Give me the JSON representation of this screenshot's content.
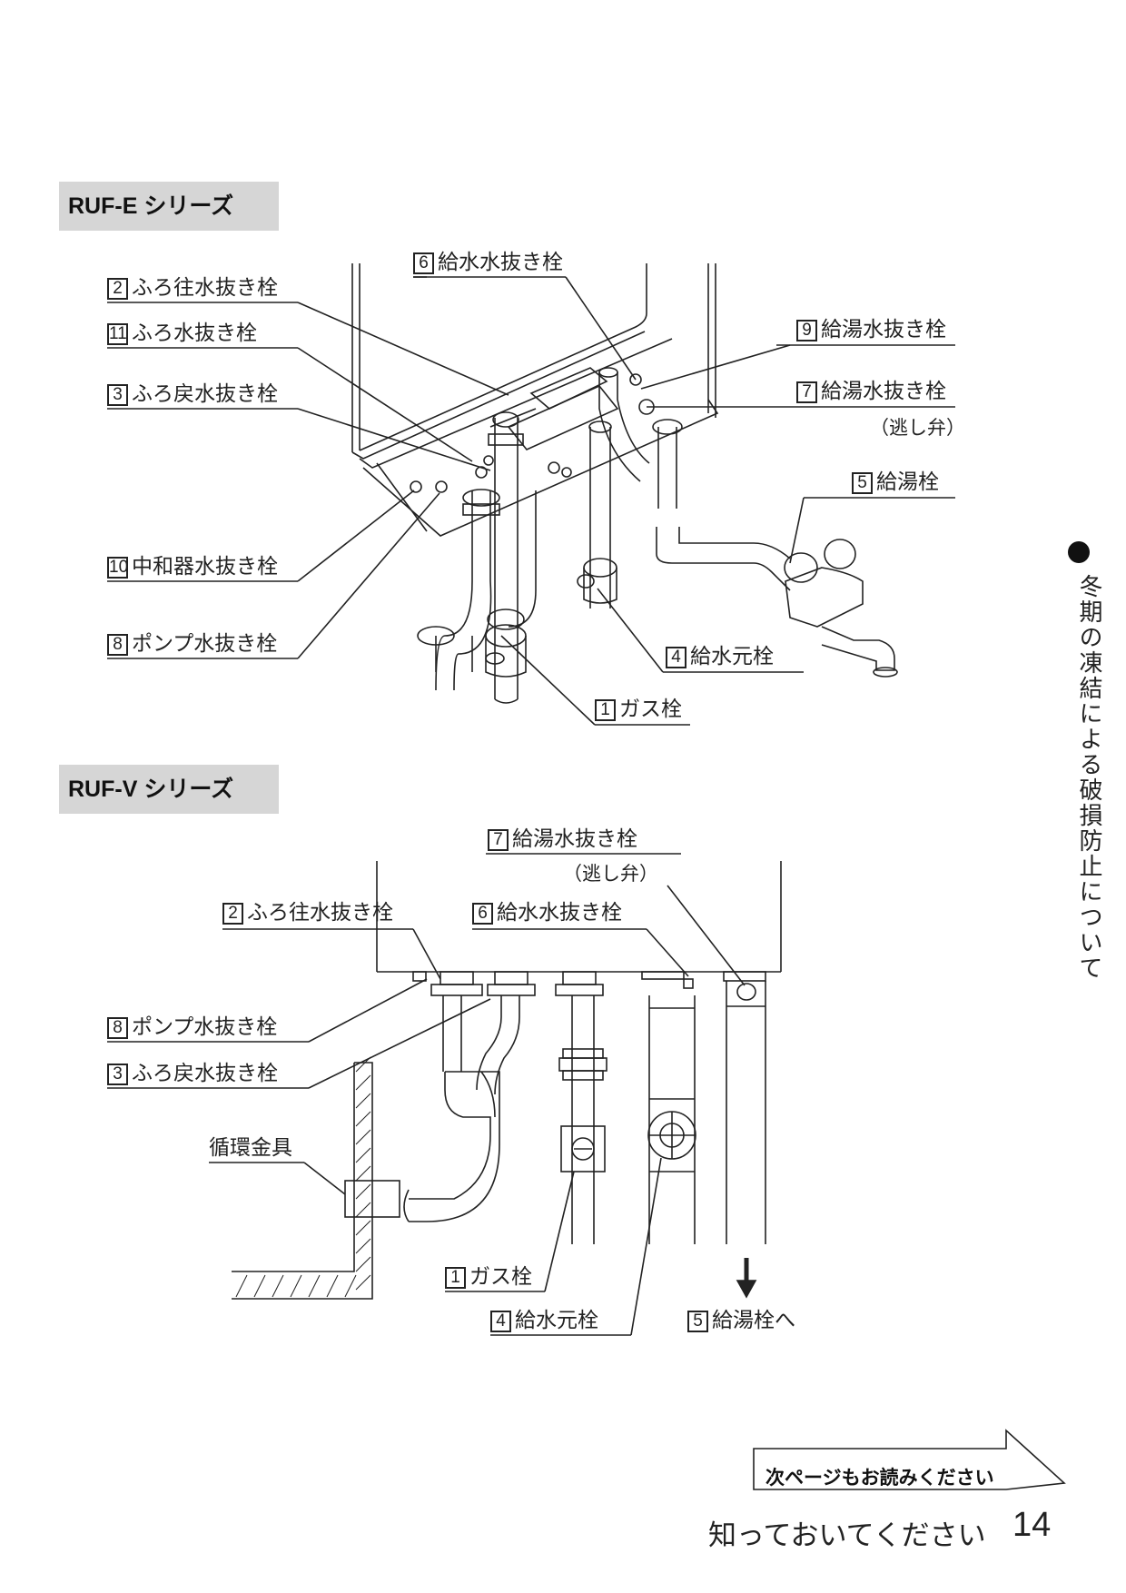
{
  "sections": {
    "e_title": "RUF-E シリーズ",
    "v_title": "RUF-V シリーズ"
  },
  "e_labels": [
    {
      "num": "2",
      "text": "ふろ往水抜き栓"
    },
    {
      "num": "11",
      "text": "ふろ水抜き栓"
    },
    {
      "num": "3",
      "text": "ふろ戻水抜き栓"
    },
    {
      "num": "10",
      "text": "中和器水抜き栓"
    },
    {
      "num": "8",
      "text": "ポンプ水抜き栓"
    },
    {
      "num": "6",
      "text": "給水水抜き栓"
    },
    {
      "num": "9",
      "text": "給湯水抜き栓"
    },
    {
      "num": "7",
      "text": "給湯水抜き栓"
    },
    {
      "num": "5",
      "text": "給湯栓"
    },
    {
      "num": "4",
      "text": "給水元栓"
    },
    {
      "num": "1",
      "text": "ガス栓"
    }
  ],
  "e_relief_note": "（逃し弁）",
  "v_labels": [
    {
      "num": "7",
      "text": "給湯水抜き栓"
    },
    {
      "num": "2",
      "text": "ふろ往水抜き栓"
    },
    {
      "num": "6",
      "text": "給水水抜き栓"
    },
    {
      "num": "8",
      "text": "ポンプ水抜き栓"
    },
    {
      "num": "3",
      "text": "ふろ戻水抜き栓"
    },
    {
      "num": "1",
      "text": "ガス栓"
    },
    {
      "num": "4",
      "text": "給水元栓"
    },
    {
      "num": "5",
      "text": "給湯栓へ"
    }
  ],
  "v_relief_note": "（逃し弁）",
  "v_fitting_label": "循環金具",
  "side_tab": "冬期の凍結による破損防止について",
  "next_page": "次ページもお読みください",
  "footer_title": "知っておいてください",
  "page_number": "14"
}
